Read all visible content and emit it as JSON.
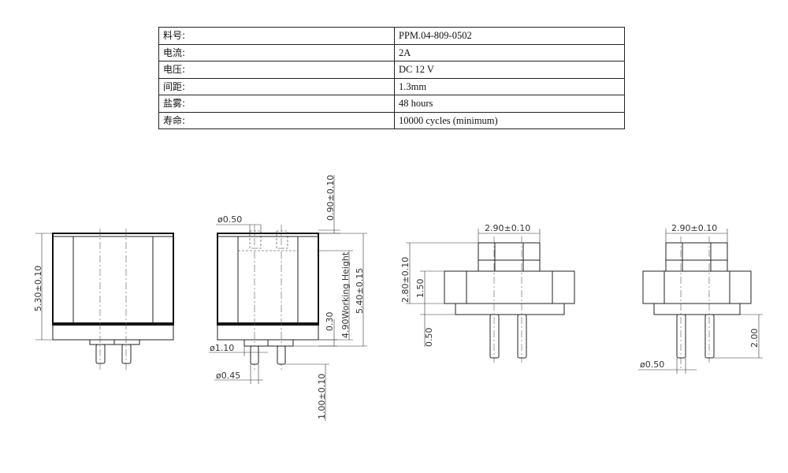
{
  "spec_table": {
    "rows": [
      {
        "label": "料号:",
        "value": "PPM.04-809-0502"
      },
      {
        "label": "电流:",
        "value": "2A"
      },
      {
        "label": "电压:",
        "value": "DC 12 V"
      },
      {
        "label": "间距:",
        "value": "1.3mm"
      },
      {
        "label": "盐雾:",
        "value": "48 hours"
      },
      {
        "label": "寿命:",
        "value": "10000 cycles (minimum)"
      }
    ]
  },
  "dimensions": {
    "front_height": "5.30±0.10",
    "pin_dia_top": "ø0.50",
    "plunger_travel": "0.90±0.10",
    "working_height": "4.90Working Height",
    "side_height": "5.40±0.15",
    "step_030": "0.30",
    "base_dia": "ø1.10",
    "tip_dia": "ø0.45",
    "pin_length": "1.00±0.10",
    "top_width_a": "2.90±0.10",
    "body_height": "2.80±0.10",
    "flange_height": "1.50",
    "base_step": "0.50",
    "top_width_b": "2.90±0.10",
    "tail_length": "2.00",
    "tail_dia": "ø0.50"
  }
}
